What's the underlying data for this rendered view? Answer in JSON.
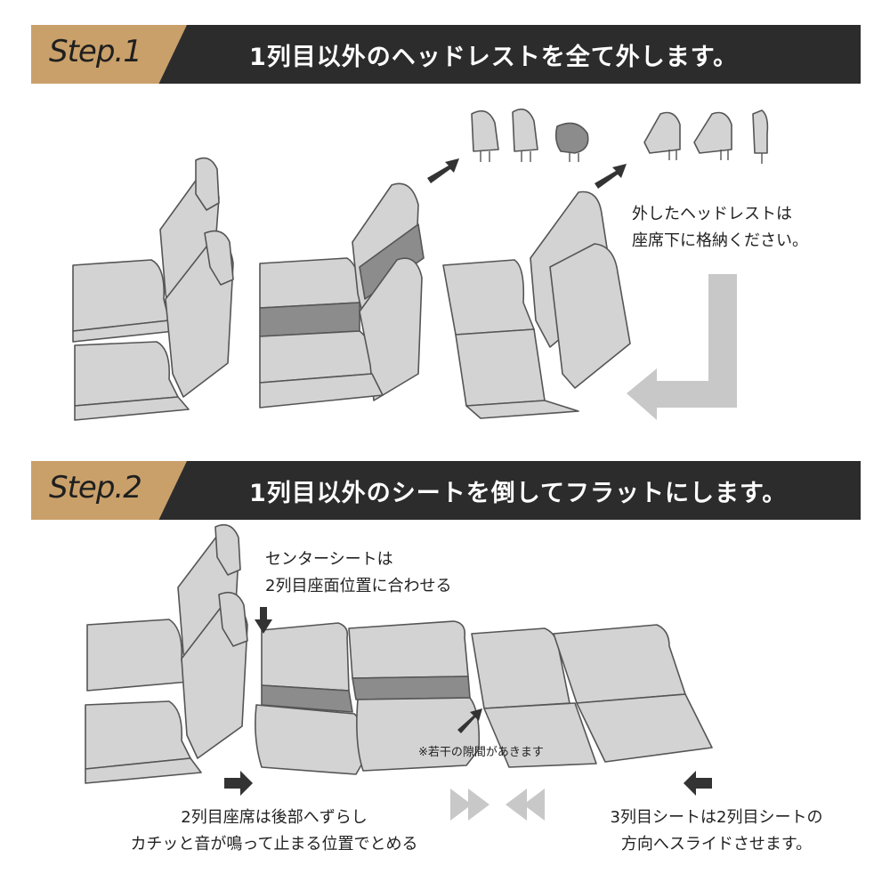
{
  "step1": {
    "label": "Step.1",
    "title": "1列目以外のヘッドレストを全て外します。",
    "note_line1": "外したヘッドレストは",
    "note_line2": "座席下に格納ください。"
  },
  "step2": {
    "label": "Step.2",
    "title": "1列目以外のシートを倒してフラットにします。",
    "center_note_line1": "センターシートは",
    "center_note_line2": "2列目座面位置に合わせる",
    "gap_note": "※若干の隙間があきます",
    "row2_note_line1": "2列目座席は後部へずらし",
    "row2_note_line2": "カチッと音が鳴って止まる位置でとめる",
    "row3_note_line1": "3列目シートは2列目シートの",
    "row3_note_line2": "方向へスライドさせます。"
  },
  "colors": {
    "bar": "#2c2c2c",
    "tag": "#c9a06a",
    "seat": "#d3d3d3",
    "seat_dark": "#8c8c8c",
    "outline": "#555555",
    "arrow_light": "#c8c8c8"
  }
}
